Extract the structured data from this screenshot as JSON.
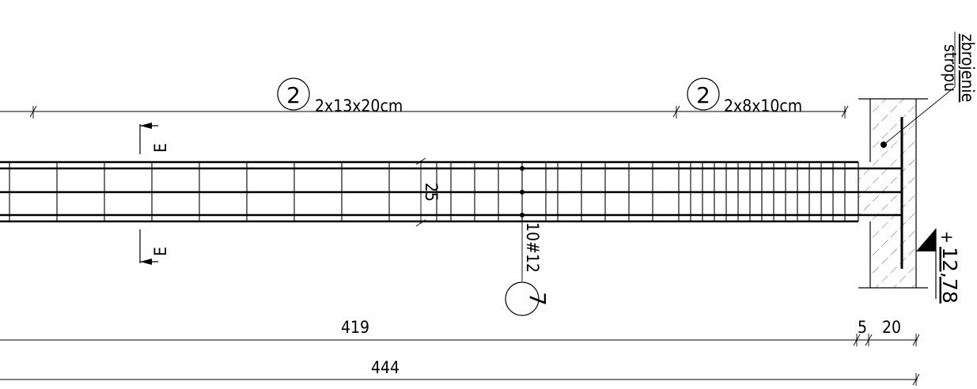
{
  "labels": {
    "stirrup_marker_left": "2",
    "stirrup_spec_left": "2x13x20cm",
    "stirrup_marker_right": "2",
    "stirrup_spec_right": "2x8x10cm",
    "section_top": "E",
    "section_bottom": "E",
    "height_dim": "25",
    "bars_spec": "10#12",
    "bars_marker": "7",
    "slab_label_line1": "zbrojenie",
    "slab_label_line2": "stropu",
    "level_sign": "+",
    "level_value": "12,78",
    "dim_419": "419",
    "dim_5": "5",
    "dim_20": "20",
    "dim_444": "444"
  }
}
